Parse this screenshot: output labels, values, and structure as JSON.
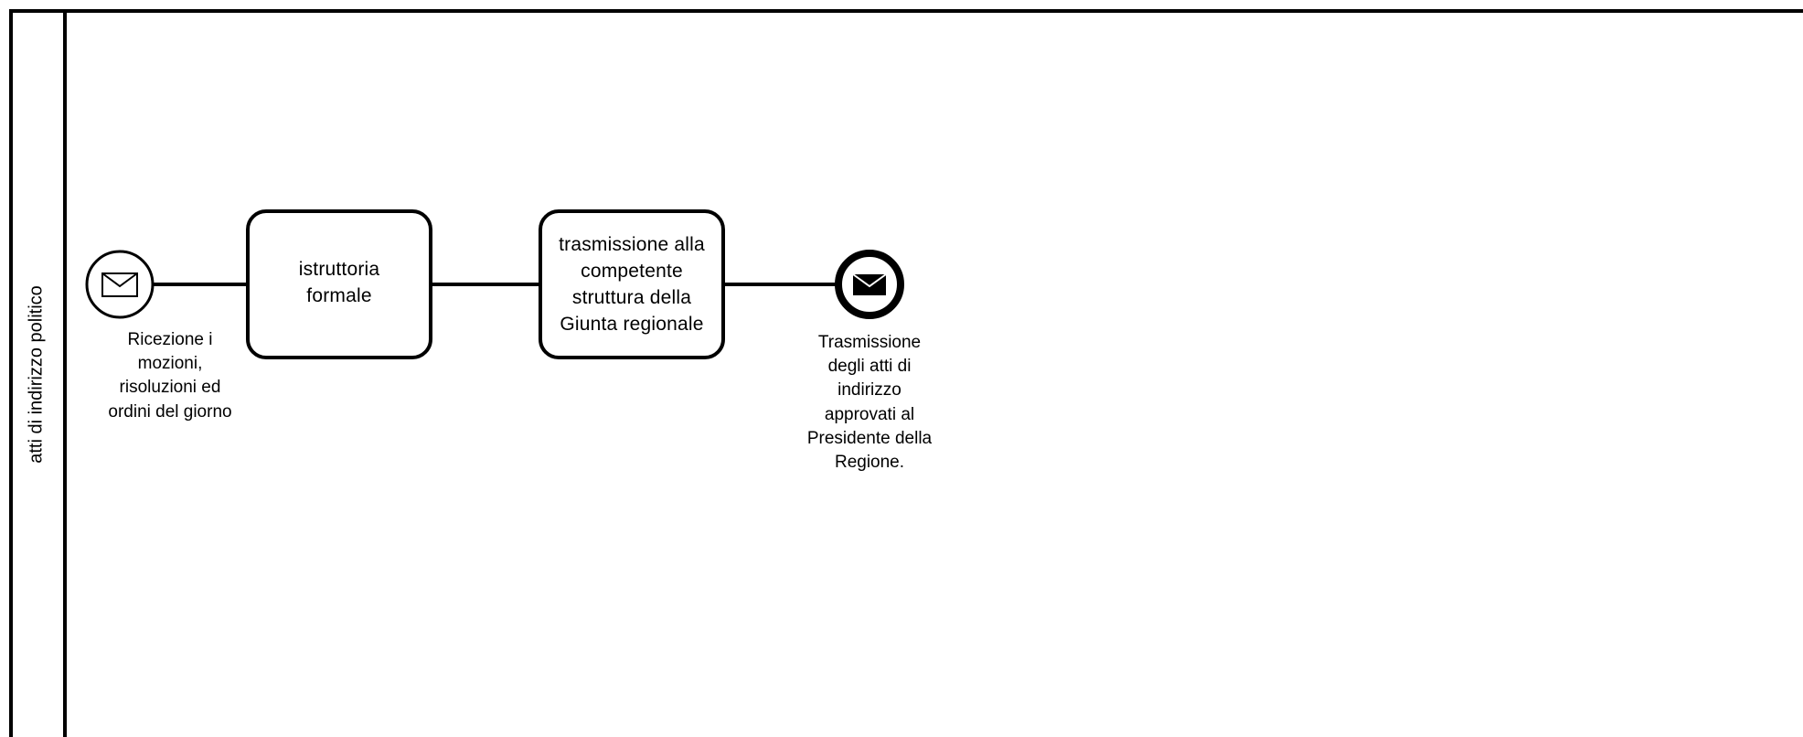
{
  "pool": {
    "lane_label": "atti di indirizzo politico"
  },
  "start_event": {
    "type": "message-start-event",
    "label": "Ricezione i\nmozioni,\nrisoluzioni ed\nordini del giorno"
  },
  "tasks": [
    {
      "label": "istruttoria\nformale"
    },
    {
      "label": "trasmissione alla\ncompetente\nstruttura della\nGiunta regionale"
    }
  ],
  "end_event": {
    "type": "message-end-event",
    "label": "Trasmissione\ndegli atti di\nindirizzo\napprovati al\nPresidente della\nRegione."
  },
  "colors": {
    "stroke": "#000000",
    "fill": "#ffffff",
    "text": "#000000"
  }
}
